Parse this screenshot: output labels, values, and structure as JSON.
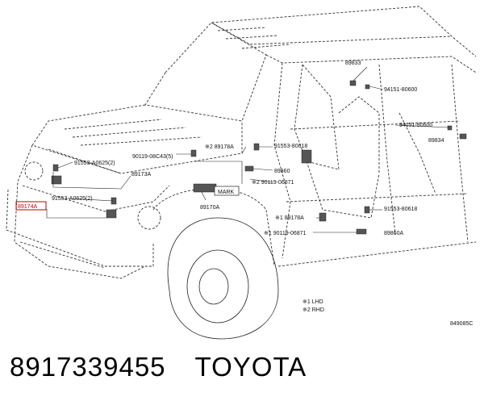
{
  "footer": {
    "part_number": "8917339455",
    "brand": "TOYOTA"
  },
  "legend": {
    "lhd": "※1 LHD",
    "rhd": "※2 RHD"
  },
  "figure_code": "849085C",
  "labels": {
    "p89833": "89833",
    "p94151_top": "94151-80600",
    "p94151_mid": "94151-80600",
    "p89834": "89834",
    "p90119_08c43": "90119-08C43(5)",
    "p89178a_top": "※2 89178A",
    "p91553_80618_top": "91553-80618",
    "p91553_a0625_top": "91553-A0625(2)",
    "p89173a": "89173A",
    "p89860": "89860",
    "p90119_06871_top": "※2 90119-06871",
    "p91553_a0625_low": "91553-A0625(2)",
    "p89174a": "89174A",
    "mark": "MARK",
    "p89170a": "89170A",
    "p91553_80618_low": "91553-80618",
    "p89178a_low": "※1 89178A",
    "p90119_06871_low": "※1 90119-06871",
    "p89860a": "89860A"
  }
}
